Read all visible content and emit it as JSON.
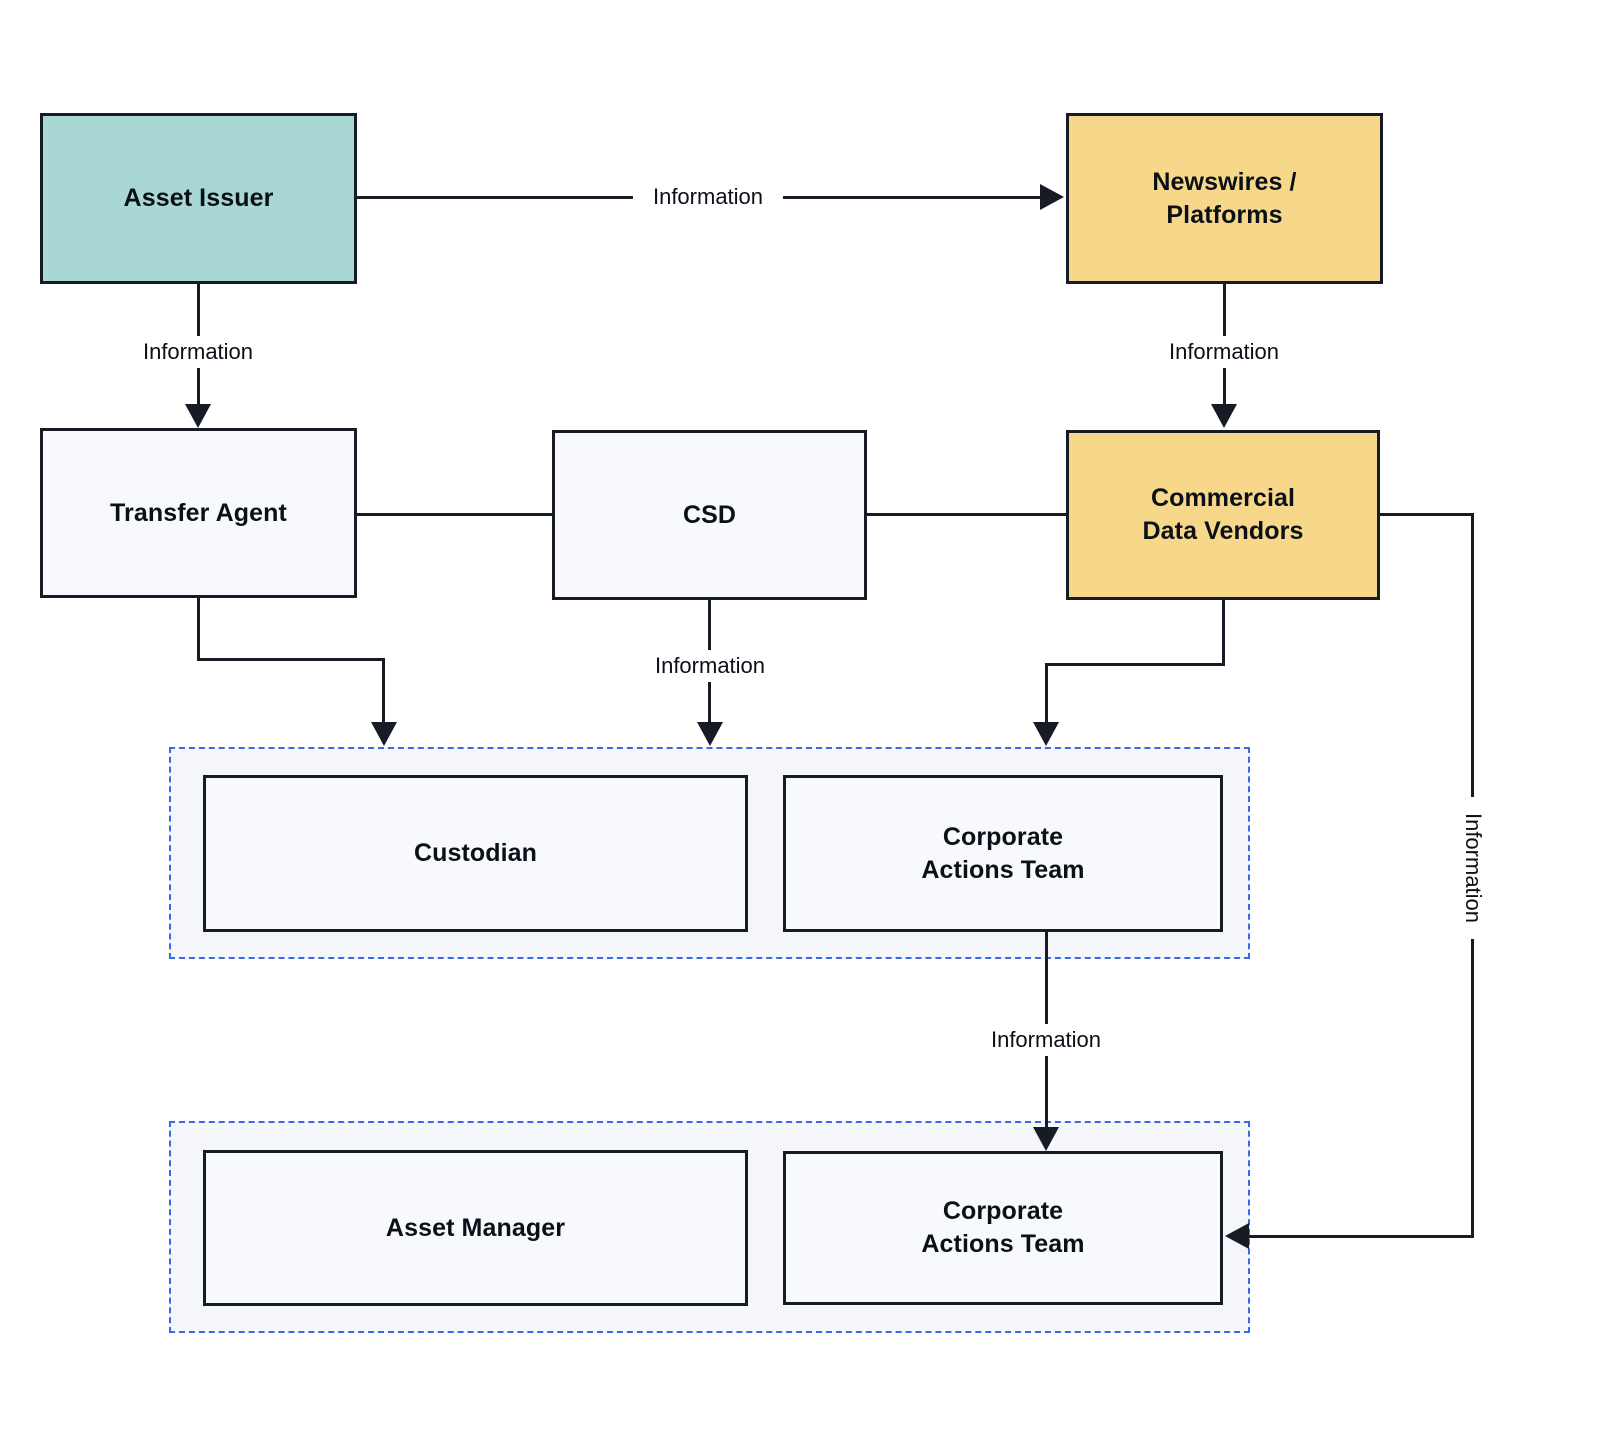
{
  "palette": {
    "teal": "#A9D8D4",
    "yellow": "#F7D88A",
    "light": "#F7F9FC",
    "group_bg": "#F4F6FA",
    "ink": "#161B26",
    "dashed_blue": "#3B68E8",
    "text": "#0B0F17",
    "paper": "#FFFFFF"
  },
  "nodes": {
    "asset_issuer": {
      "label": "Asset Issuer",
      "fill": "teal"
    },
    "newswires_platforms": {
      "label": "Newswires / Platforms",
      "fill": "yellow"
    },
    "transfer_agent": {
      "label": "Transfer Agent",
      "fill": "light"
    },
    "csd": {
      "label": "CSD",
      "fill": "light"
    },
    "commercial_data_vendors": {
      "label": "Commercial Data Vendors",
      "fill": "yellow"
    },
    "custodian": {
      "label": "Custodian",
      "fill": "light"
    },
    "corporate_actions_team_custodian": {
      "label": "Corporate Actions Team",
      "fill": "light"
    },
    "asset_manager": {
      "label": "Asset Manager",
      "fill": "light"
    },
    "corporate_actions_team_asset_manager": {
      "label": "Corporate Actions Team",
      "fill": "light"
    }
  },
  "groups": {
    "custodian_group": {
      "members": [
        "Custodian",
        "Corporate Actions Team"
      ]
    },
    "asset_manager_group": {
      "members": [
        "Asset Manager",
        "Corporate Actions Team"
      ]
    }
  },
  "edges": {
    "issuer_to_newswires": {
      "from": "Asset Issuer",
      "to": "Newswires / Platforms",
      "label": "Information",
      "arrow": true
    },
    "issuer_to_transfer_agent": {
      "from": "Asset Issuer",
      "to": "Transfer Agent",
      "label": "Information",
      "arrow": true
    },
    "newswires_to_vendors": {
      "from": "Newswires / Platforms",
      "to": "Commercial Data Vendors",
      "label": "Information",
      "arrow": true
    },
    "transfer_agent_csd_link": {
      "from": "Transfer Agent",
      "to": "CSD",
      "label": "",
      "arrow": false
    },
    "csd_vendors_link": {
      "from": "CSD",
      "to": "Commercial Data Vendors",
      "label": "",
      "arrow": false
    },
    "transfer_agent_to_custodian_group": {
      "from": "Transfer Agent",
      "to": "Custodian group",
      "label": "",
      "arrow": true
    },
    "csd_to_custodian_group": {
      "from": "CSD",
      "to": "Custodian group",
      "label": "Information",
      "arrow": true
    },
    "vendors_to_custodian_group": {
      "from": "Commercial Data Vendors",
      "to": "Custodian group",
      "label": "",
      "arrow": true
    },
    "cat_custodian_to_cat_asset_manager": {
      "from": "Corporate Actions Team (custodian)",
      "to": "Corporate Actions Team (asset manager)",
      "label": "Information",
      "arrow": true
    },
    "vendors_to_cat_asset_manager": {
      "from": "Commercial Data Vendors",
      "to": "Corporate Actions Team (asset manager)",
      "label": "Information",
      "arrow": true,
      "label_rotated": true
    }
  }
}
